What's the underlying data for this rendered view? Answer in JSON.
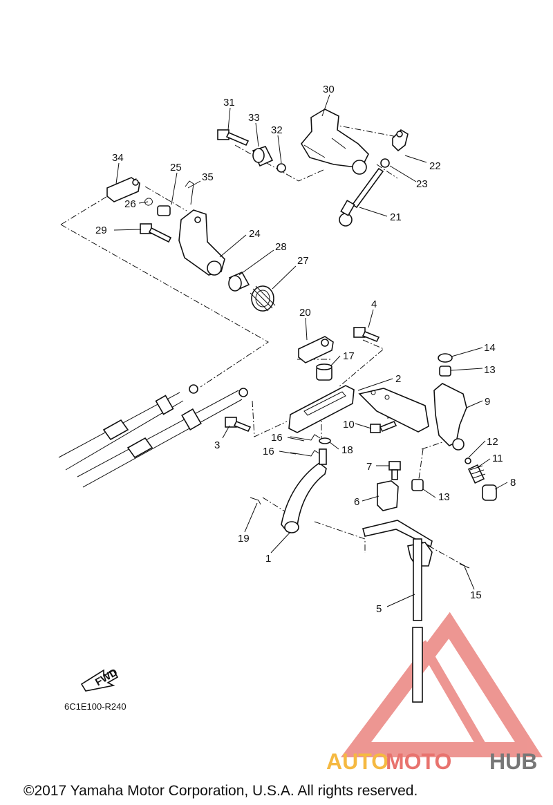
{
  "parts": {
    "p1": "1",
    "p2": "2",
    "p3": "3",
    "p4": "4",
    "p5": "5",
    "p6": "6",
    "p7": "7",
    "p8": "8",
    "p9": "9",
    "p10": "10",
    "p11": "11",
    "p12": "12",
    "p13a": "13",
    "p13b": "13",
    "p14": "14",
    "p15": "15",
    "p16a": "16",
    "p16b": "16",
    "p17": "17",
    "p18": "18",
    "p19": "19",
    "p20": "20",
    "p21": "21",
    "p22": "22",
    "p23": "23",
    "p24": "24",
    "p25": "25",
    "p26": "26",
    "p27": "27",
    "p28": "28",
    "p29": "29",
    "p30": "30",
    "p31": "31",
    "p32": "32",
    "p33": "33",
    "p34": "34",
    "p35": "35"
  },
  "fwd_label": "FWD",
  "diagram_code": "6C1E100-R240",
  "copyright": "©2017 Yamaha Motor Corporation, U.S.A. All rights reserved.",
  "watermark": {
    "part1": "AUTO",
    "part2": "MOTO",
    "part3": "HUB",
    "color1": "#f5b942",
    "color2": "#e8736e",
    "color3": "#777777",
    "logo_color": "#e8736e"
  }
}
